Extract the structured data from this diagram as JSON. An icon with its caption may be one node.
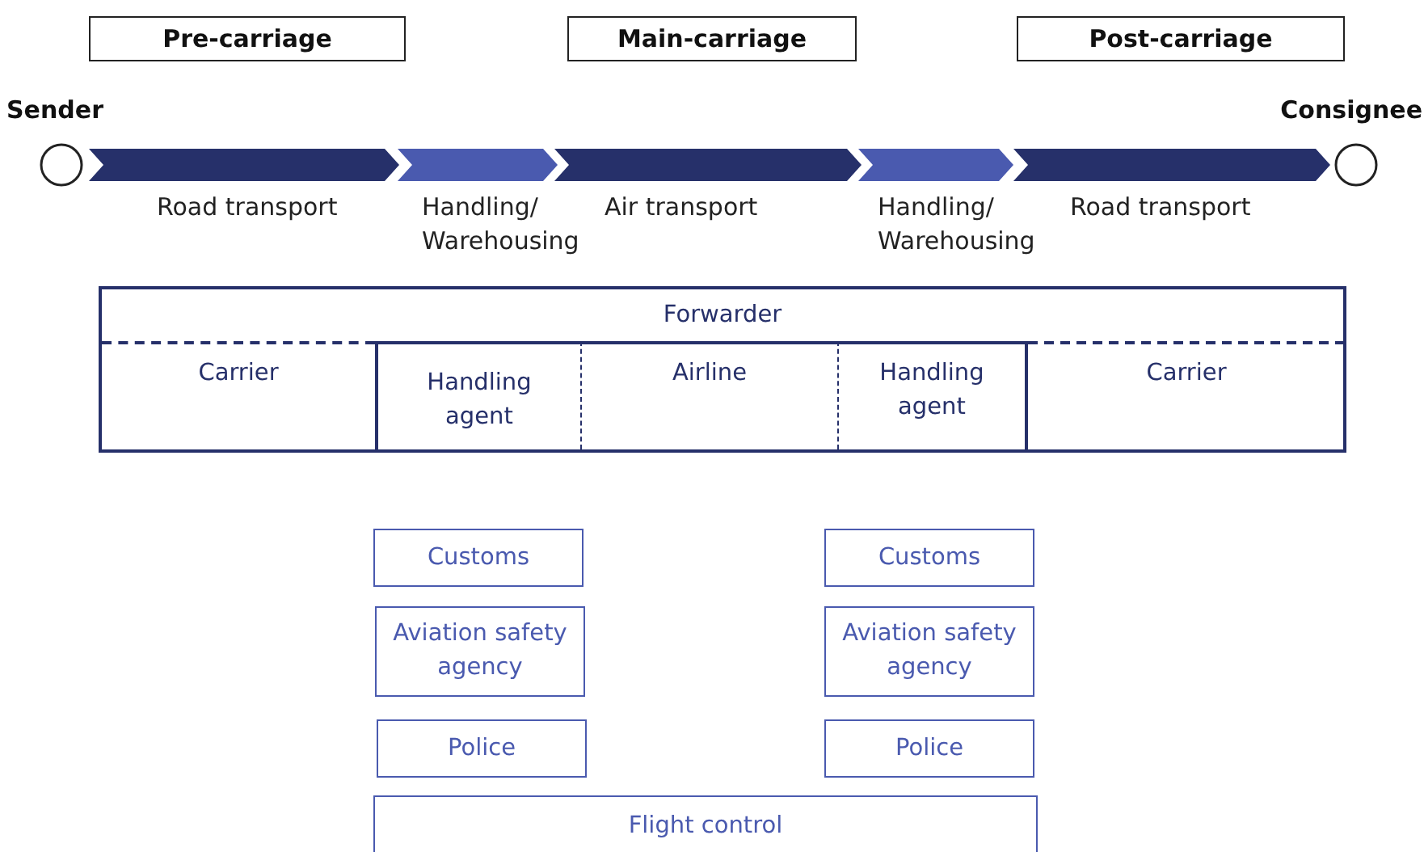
{
  "diagram": {
    "nodes": [
      {
        "text": [
          "Pre-carriage"
        ]
      },
      {
        "text": [
          "Main-carriage"
        ]
      },
      {
        "text": [
          "Post-carriage"
        ]
      },
      {
        "text": [
          "Sender"
        ]
      },
      {
        "text": [
          "Road transport"
        ]
      },
      {
        "text": [
          "Handling/ Warehousing"
        ]
      },
      {
        "text": [
          "Air transport"
        ]
      },
      {
        "text": [
          "Handling/ Warehousing"
        ]
      },
      {
        "text": [
          "Road transport"
        ]
      },
      {
        "text": [
          "Consignee"
        ]
      },
      {
        "text": [
          "Forwarder"
        ]
      },
      {
        "text": [
          "Carrier"
        ],
        "in": 10
      },
      {
        "text": [
          "Handling agent"
        ],
        "in": 10
      },
      {
        "text": [
          "Airline"
        ],
        "in": 10
      },
      {
        "text": [
          "Handling agent"
        ],
        "in": 10
      },
      {
        "text": [
          "Carrier"
        ],
        "in": 10
      },
      {
        "text": [
          "Customs"
        ]
      },
      {
        "text": [
          "Aviation safety agency"
        ]
      },
      {
        "text": [
          "Police"
        ]
      },
      {
        "text": [
          "Customs"
        ]
      },
      {
        "text": [
          "Aviation safety agency"
        ]
      },
      {
        "text": [
          "Police"
        ]
      },
      {
        "text": [
          "Flight control"
        ]
      }
    ]
  }
}
